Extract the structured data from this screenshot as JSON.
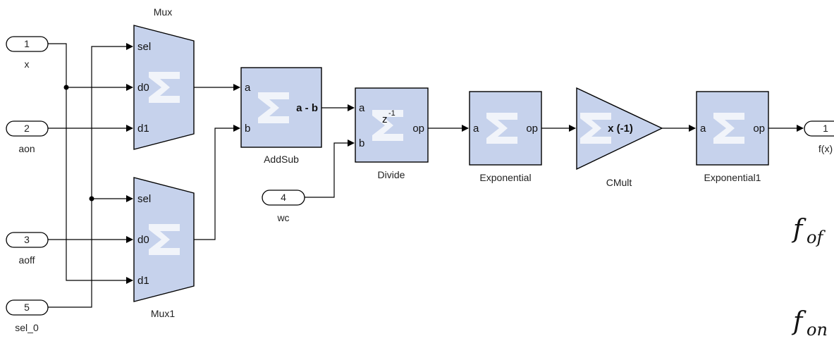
{
  "inports": [
    {
      "num": "1",
      "name": "x"
    },
    {
      "num": "2",
      "name": "aon"
    },
    {
      "num": "3",
      "name": "aoff"
    },
    {
      "num": "4",
      "name": "wc"
    },
    {
      "num": "5",
      "name": "sel_0"
    }
  ],
  "outport": {
    "num": "1",
    "name": "f(x)"
  },
  "blocks": {
    "mux": {
      "name": "Mux",
      "ports": [
        "sel",
        "d0",
        "d1"
      ]
    },
    "mux1": {
      "name": "Mux1",
      "ports": [
        "sel",
        "d0",
        "d1"
      ]
    },
    "addsub": {
      "name": "AddSub",
      "ports": [
        "a",
        "b"
      ],
      "op": "a - b"
    },
    "divide": {
      "name": "Divide",
      "ports": [
        "a",
        "b"
      ],
      "out": "op",
      "delay": "z",
      "delay_exp": "-1"
    },
    "exponential": {
      "name": "Exponential",
      "ports": [
        "a"
      ],
      "out": "op"
    },
    "cmult": {
      "name": "CMult",
      "op": "x (-1)"
    },
    "exponential1": {
      "name": "Exponential1",
      "ports": [
        "a"
      ],
      "out": "op"
    }
  },
  "equations": [
    "f",
    "of",
    "f",
    "on"
  ],
  "colors": {
    "block_fill": "#c6d2ec",
    "wire": "#000000"
  }
}
